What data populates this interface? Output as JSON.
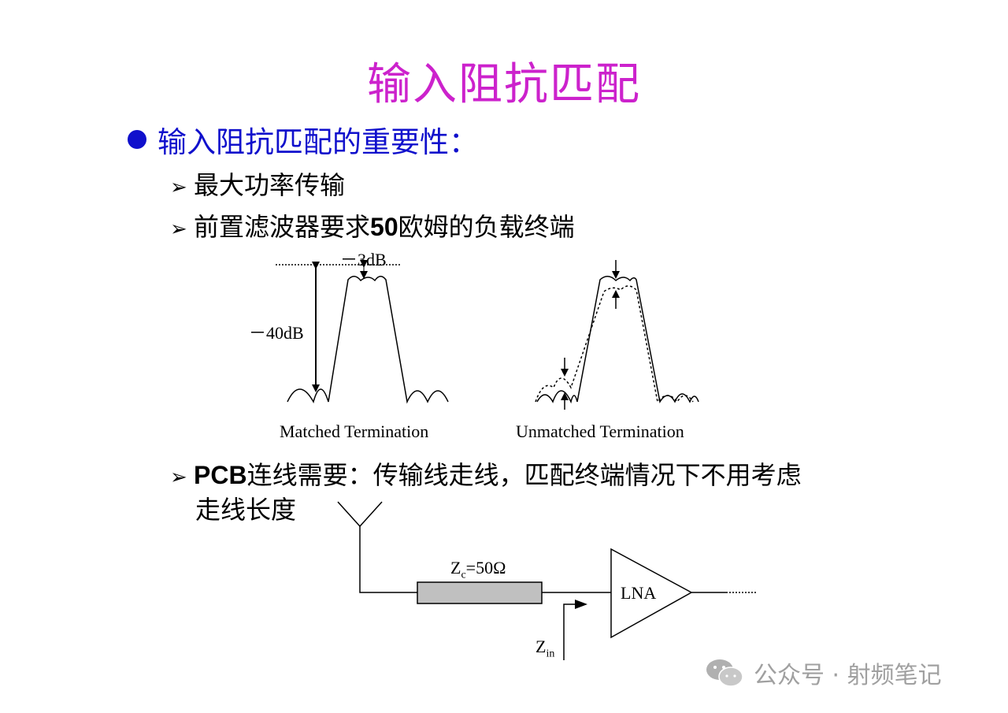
{
  "slide": {
    "title": "输入阻抗匹配",
    "bullet": "输入阻抗匹配的重要性：",
    "sub_items": [
      {
        "arrow": "➢",
        "text": "最大功率传输"
      },
      {
        "arrow": "➢",
        "text_before": "前置滤波器要求",
        "bold": "50",
        "text_after": "欧姆的负载终端"
      },
      {
        "arrow": "➢",
        "bold": "PCB",
        "text_after": "连线需要：传输线走线，匹配终端情况下不用考虑",
        "line2": "走线长度"
      }
    ]
  },
  "figure_filters": {
    "label_3db": "－3dB",
    "label_40db": "－40dB",
    "caption_matched": "Matched Termination",
    "caption_unmatched": "Unmatched Termination"
  },
  "figure_circuit": {
    "zc_main": "Z",
    "zc_sub": "c",
    "zc_rest": "=50Ω",
    "lna": "LNA",
    "zin_main": "Z",
    "zin_sub": "in"
  },
  "watermark": {
    "text": "公众号 · 射频笔记",
    "icon": "wechat-icon"
  },
  "colors": {
    "title": "#cc22cc",
    "bullet": "#1010cc",
    "line_fill": "#c0c0c0",
    "watermark": "#a0a0a0"
  }
}
